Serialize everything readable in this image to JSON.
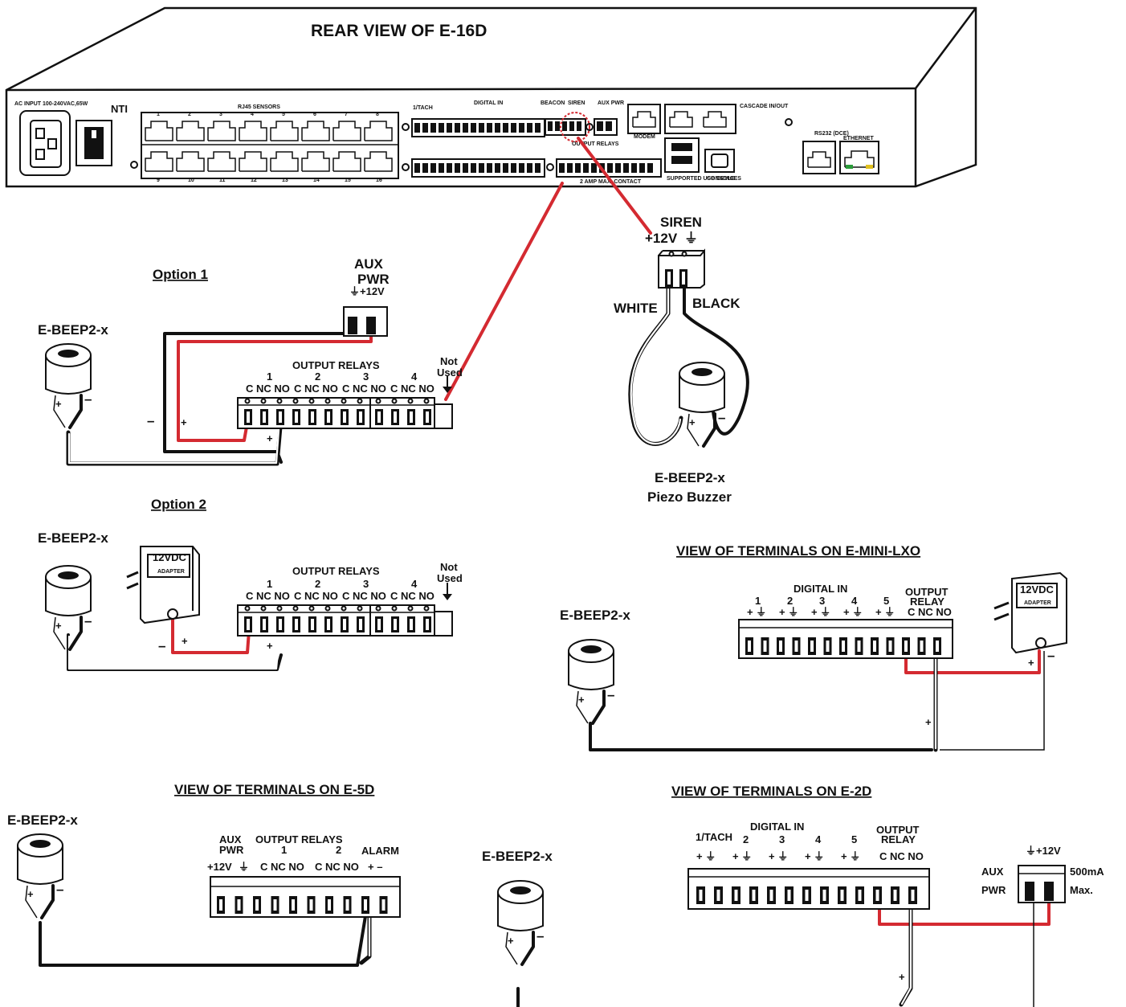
{
  "title": "REAR VIEW OF E-16D",
  "device": {
    "ac_input": "AC INPUT 100-240VAC,65W",
    "brand": "NTI",
    "rj45_title": "RJ45 SENSORS",
    "rj45_top": [
      "1",
      "2",
      "3",
      "4",
      "5",
      "6",
      "7",
      "8"
    ],
    "rj45_bottom": [
      "9",
      "10",
      "11",
      "12",
      "13",
      "14",
      "15",
      "16"
    ],
    "digital_in": "DIGITAL IN",
    "tach": "1/TACH",
    "beacon": "BEACON",
    "siren": "SIREN",
    "aux_pwr": "AUX PWR",
    "output_relays": "OUTPUT RELAYS",
    "amp_contact": "2 AMP MAX. CONTACT",
    "modem": "MODEM",
    "cascade": "CASCADE IN/OUT",
    "usb": "SUPPORTED USB DEVICES",
    "console": "CONSOLE",
    "rs232": "RS232 (DCE)",
    "ethernet": "ETHERNET"
  },
  "siren_detail": {
    "title": "SIREN",
    "voltage": "+12V",
    "white": "WHITE",
    "black": "BLACK",
    "buzzer": "E-BEEP2-x",
    "buzzer_sub": "Piezo Buzzer"
  },
  "option1": {
    "title": "Option 1",
    "buzzer": "E-BEEP2-x",
    "aux_pwr": "AUX PWR",
    "aux_pins": "+12V",
    "output_relays": "OUTPUT RELAYS",
    "relay_numbers": [
      "1",
      "2",
      "3",
      "4"
    ],
    "pins": "C NC NO",
    "not_used": "Not Used",
    "minus": "–",
    "plus": "+"
  },
  "option2": {
    "title": "Option 2",
    "buzzer": "E-BEEP2-x",
    "adapter": "12VDC",
    "adapter_sub": "ADAPTER",
    "output_relays": "OUTPUT RELAYS",
    "relay_numbers": [
      "1",
      "2",
      "3",
      "4"
    ],
    "pins": "C NC NO",
    "not_used": "Not Used",
    "minus": "–",
    "plus": "+"
  },
  "mini_lxo": {
    "title": "VIEW OF TERMINALS ON E-MINI-LXO",
    "buzzer": "E-BEEP2-x",
    "digital_in": "DIGITAL IN",
    "digital_numbers": [
      "1",
      "2",
      "3",
      "4",
      "5"
    ],
    "output_relay": "OUTPUT RELAY",
    "pins": "C NC NO",
    "adapter": "12VDC",
    "adapter_sub": "ADAPTER",
    "plus": "+",
    "minus": "–"
  },
  "e5d": {
    "title": "VIEW OF TERMINALS ON E-5D",
    "buzzer": "E-BEEP2-x",
    "aux_pwr": "AUX PWR",
    "aux_pins": "+12V",
    "output_relays": "OUTPUT RELAYS",
    "relay_numbers": [
      "1",
      "2"
    ],
    "pins": "C NC NO",
    "alarm": "ALARM",
    "alarm_pins": "+  –"
  },
  "e2d": {
    "title": "VIEW OF TERMINALS ON E-2D",
    "buzzer": "E-BEEP2-x",
    "digital_in": "DIGITAL IN",
    "tach": "1/TACH",
    "digital_numbers": [
      "2",
      "3",
      "4",
      "5"
    ],
    "output_relay": "OUTPUT RELAY",
    "pins": "C NC NO",
    "aux": "AUX",
    "pwr": "PWR",
    "aux_pins": "+12V",
    "max": "500mA",
    "max2": "Max.",
    "plus": "+"
  }
}
